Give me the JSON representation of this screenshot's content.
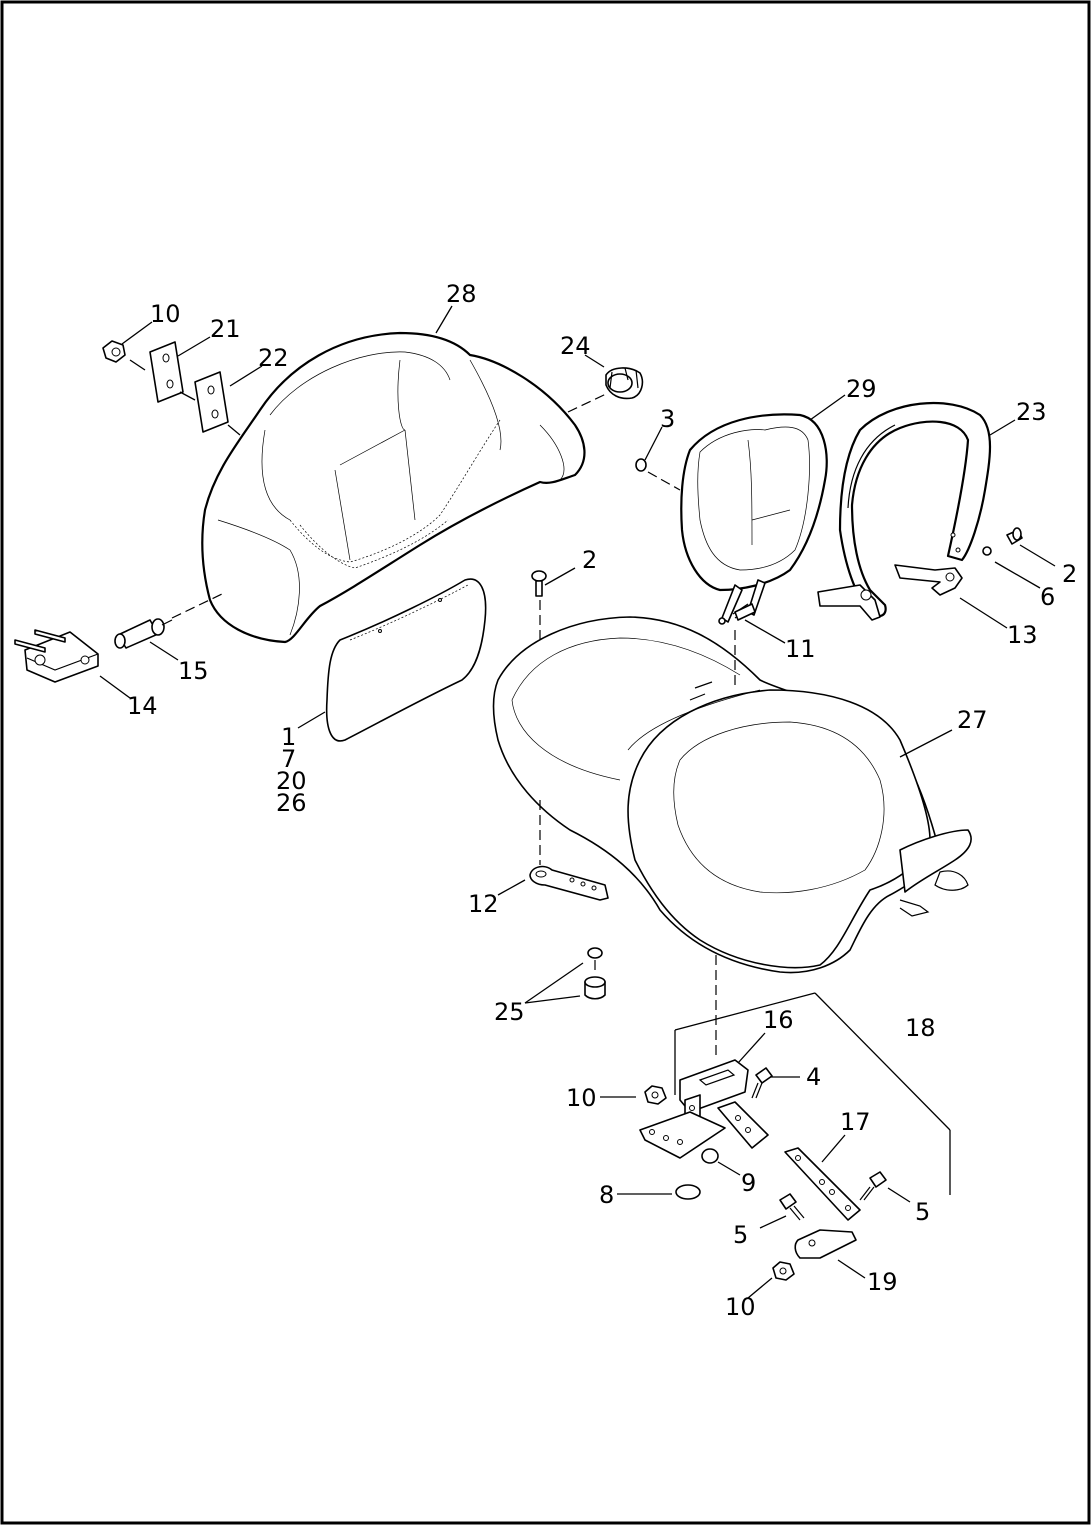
{
  "callouts": {
    "c1": "1",
    "c2a": "2",
    "c2b": "2",
    "c3": "3",
    "c4": "4",
    "c5a": "5",
    "c5b": "5",
    "c6": "6",
    "c7": "7",
    "c8": "8",
    "c9": "9",
    "c10a": "10",
    "c10b": "10",
    "c10c": "10",
    "c11": "11",
    "c12": "12",
    "c13": "13",
    "c14": "14",
    "c15": "15",
    "c16": "16",
    "c17": "17",
    "c18": "18",
    "c19": "19",
    "c20": "20",
    "c21": "21",
    "c22": "22",
    "c23": "23",
    "c24": "24",
    "c25": "25",
    "c26": "26",
    "c27": "27",
    "c28": "28",
    "c29": "29"
  }
}
